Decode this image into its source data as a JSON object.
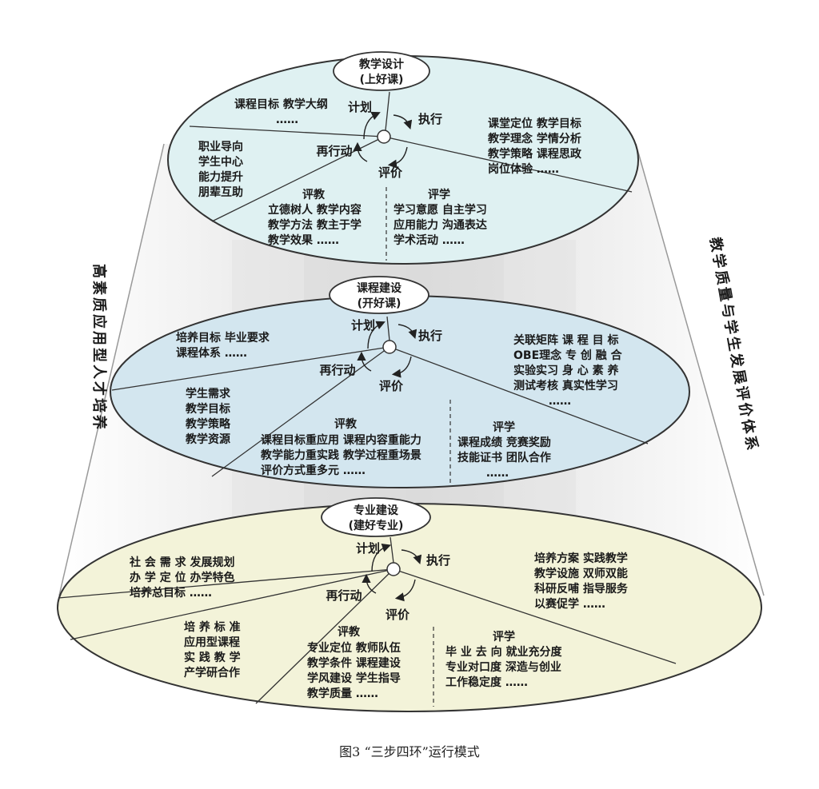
{
  "caption": "图3 “三步四环”运行模式",
  "left_side_label": "高素质应用型人才培养",
  "right_side_label": "教学质量与学生发展评价体系",
  "colors": {
    "top_layer": "#dff1f2",
    "middle_layer": "#d3e6ef",
    "bottom_layer": "#f3f3d9",
    "outline": "#333333"
  },
  "cycle": {
    "plan": "计划",
    "execute": "执行",
    "evaluate": "评价",
    "redo": "再行动"
  },
  "layers": [
    {
      "key": "teaching_design",
      "title_line1": "教学设计",
      "title_line2": "(上好课)",
      "upper_left": [
        "课程目标 教学大纲",
        "……"
      ],
      "left": [
        "职业导向",
        "学生中心",
        "能力提升",
        "朋辈互助"
      ],
      "right": [
        "课堂定位  教学目标",
        "教学理念  学情分析",
        "教学策略  课程思政",
        "岗位体验    ……"
      ],
      "teach_eval_title": "评教",
      "teach_eval": [
        "立德树人  教学内容",
        "教学方法  教主于学",
        "教学效果     ……"
      ],
      "learn_eval_title": "评学",
      "learn_eval": [
        "学习意愿  自主学习",
        "应用能力  沟通表达",
        "学术活动     ……"
      ]
    },
    {
      "key": "course_construction",
      "title_line1": "课程建设",
      "title_line2": "(开好课)",
      "upper_left": [
        "培养目标  毕业要求",
        "课程体系      ……"
      ],
      "left": [
        "学生需求",
        "教学目标",
        "教学策略",
        "教学资源"
      ],
      "right": [
        "关联矩阵  课 程 目 标",
        "OBE理念  专 创 融 合",
        "实验实习  身 心 素 养",
        "测试考核  真实性学习",
        "……"
      ],
      "teach_eval_title": "评教",
      "teach_eval": [
        "课程目标重应用  课程内容重能力",
        "教学能力重实践  教学过程重场景",
        "评价方式重多元              ……"
      ],
      "learn_eval_title": "评学",
      "learn_eval": [
        "课程成绩  竞赛奖励",
        "技能证书  团队合作",
        "……"
      ]
    },
    {
      "key": "major_construction",
      "title_line1": "专业建设",
      "title_line2": "(建好专业)",
      "upper_left": [
        "社 会 需 求  发展规划",
        "办 学 定 位  办学特色",
        "培养总目标    ……"
      ],
      "left": [
        "培 养 标 准",
        "应用型课程",
        "实 践 教 学",
        "产学研合作"
      ],
      "right": [
        "培养方案  实践教学",
        "教学设施  双师双能",
        "科研反哺  指导服务",
        "以赛促学    ……"
      ],
      "teach_eval_title": "评教",
      "teach_eval": [
        "专业定位  教师队伍",
        "教学条件  课程建设",
        "学风建设  学生指导",
        "教学质量      ……"
      ],
      "learn_eval_title": "评学",
      "learn_eval": [
        "毕 业 去 向  就业充分度",
        "专业对口度  深造与创业",
        "工作稳定度        ……"
      ]
    }
  ]
}
